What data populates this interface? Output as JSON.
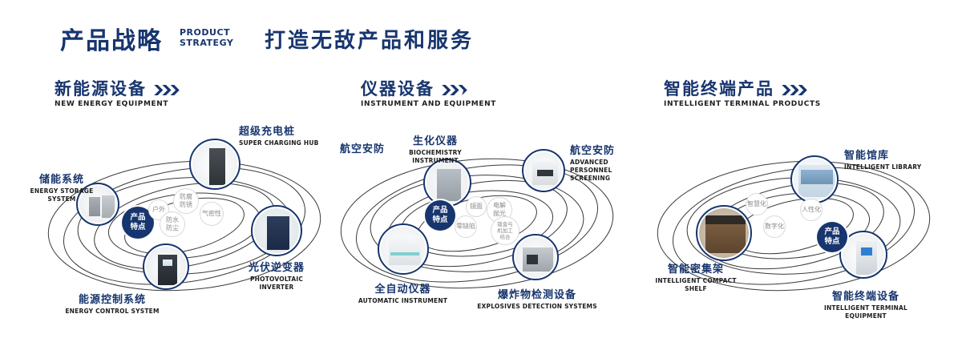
{
  "colors": {
    "brand_navy": "#17356e",
    "orbit_line": "#3a3a3a"
  },
  "header": {
    "title": "产品战略",
    "subtitle_line1": "PRODUCT",
    "subtitle_line2": "STRATEGY",
    "tagline": "打造无敌产品和服务"
  },
  "sections": [
    {
      "title": "新能源设备",
      "subtitle": "NEW ENERGY EQUIPMENT",
      "center_label": "产品特点",
      "features": [
        "户外",
        "防腐防锈",
        "气密性",
        "防水防尘"
      ],
      "products": [
        {
          "zh": "储能系统",
          "en": "ENERGY STORAGE SYSTEM"
        },
        {
          "zh": "超级充电桩",
          "en": "SUPER CHARGING HUB"
        },
        {
          "zh": "光伏逆变器",
          "en": "PHOTOVOLTAIC INVERTER"
        },
        {
          "zh": "能源控制系统",
          "en": "ENERGY CONTROL SYSTEM"
        }
      ]
    },
    {
      "title": "仪器设备",
      "subtitle": "INSTRUMENT AND EQUIPMENT",
      "center_label": "产品特点",
      "extra_label": "航空安防",
      "features": [
        "镜面",
        "电解抛光",
        "零缺陷",
        "钣金与机加工结合"
      ],
      "products": [
        {
          "zh": "生化仪器",
          "en": "BIOCHEMISTRY INSTRUMENT"
        },
        {
          "zh": "航空安防",
          "en": "ADVANCED PERSONNEL SCREENING"
        },
        {
          "zh": "全自动仪器",
          "en": "AUTOMATIC INSTRUMENT"
        },
        {
          "zh": "爆炸物检测设备",
          "en": "EXPLOSIVES DETECTION SYSTEMS"
        }
      ]
    },
    {
      "title": "智能终端产品",
      "subtitle": "INTELLIGENT TERMINAL PRODUCTS",
      "center_label": "产品特点",
      "features": [
        "智慧化",
        "人性化",
        "数字化"
      ],
      "products": [
        {
          "zh": "智能馆库",
          "en": "INTELLIGENT LIBRARY"
        },
        {
          "zh": "智能密集架",
          "en": "INTELLIGENT COMPACT SHELF"
        },
        {
          "zh": "智能终端设备",
          "en": "INTELLIGENT TERMINAL EQUIPMENT"
        }
      ]
    }
  ]
}
